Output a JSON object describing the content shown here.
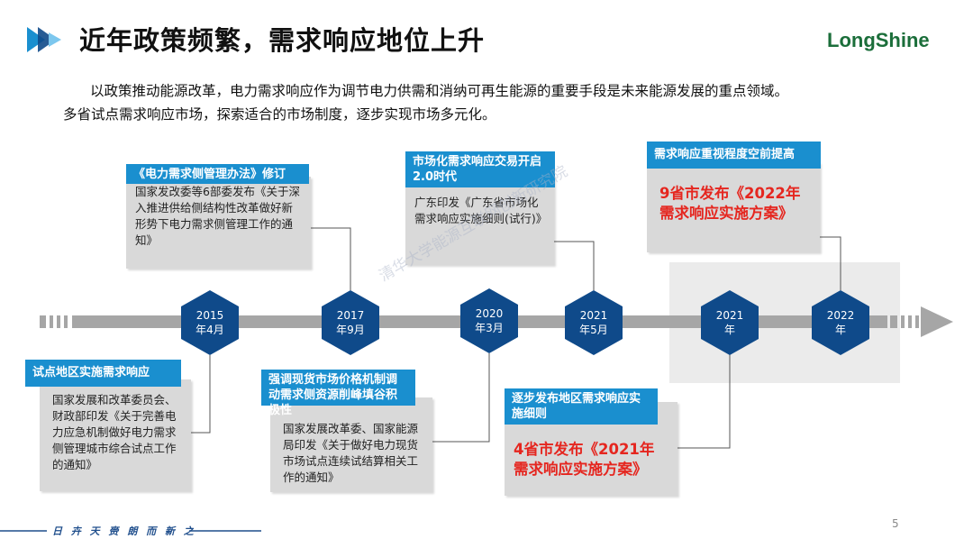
{
  "header": {
    "title": "近年政策频繁，需求响应地位上升",
    "logo_text": "LongShine"
  },
  "intro": {
    "line1": "以政策推动能源改革，电力需求响应作为调节电力供需和消纳可再生能源的重要手段是未来能源发展的重点领域。",
    "line2": "多省试点需求响应市场，探索适合的市场制度，逐步实现市场多元化。"
  },
  "timeline": {
    "nodes": [
      {
        "year": "2015",
        "month": "年4月"
      },
      {
        "year": "2017",
        "month": "年9月"
      },
      {
        "year": "2020",
        "month": "年3月"
      },
      {
        "year": "2021",
        "month": "年5月"
      },
      {
        "year": "2021",
        "month": "年"
      },
      {
        "year": "2022",
        "month": "年"
      }
    ],
    "cards_top": [
      {
        "label": "《电力需求侧管理办法》修订",
        "body": "国家发改委等6部委发布《关于深入推进供给侧结构性改革做好新形势下电力需求侧管理工作的通知》"
      },
      {
        "label": "市场化需求响应交易开启2.0时代",
        "body": "广东印发《广东省市场化需求响应实施细则(试行)》"
      },
      {
        "label": "需求响应重视程度空前提高",
        "body": "9省市发布《2022年需求响应实施方案》"
      }
    ],
    "cards_bottom": [
      {
        "label": "试点地区实施需求响应",
        "body": "国家发展和改革委员会、财政部印发《关于完善电力应急机制做好电力需求侧管理城市综合试点工作的通知》"
      },
      {
        "label": "强调现货市场价格机制调动需求侧资源削峰填谷积极性",
        "body": "国家发展改革委、国家能源局印发《关于做好电力现货市场试点连续试结算相关工作的通知》"
      },
      {
        "label": "逐步发布地区需求响应实施细则",
        "body": "4省市发布《2021年需求响应实施方案》"
      }
    ]
  },
  "watermark": "清华大学能源互联网创新研究院",
  "footer": {
    "motto": "日 卉 天 赍   朗 而 新 之",
    "page": "5"
  },
  "colors": {
    "accent_blue": "#1a8fcf",
    "hex_navy": "#0f4a8a",
    "highlight_red": "#e5261f",
    "card_grey": "#d9d9d9"
  }
}
